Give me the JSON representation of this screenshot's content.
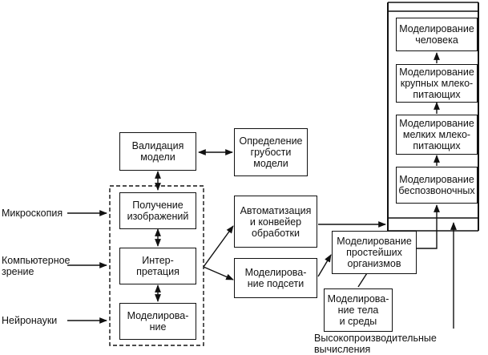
{
  "nodes": {
    "validation": "Валидация\nмодели",
    "roughness": "Определение\nгрубости\nмодели",
    "acquisition": "Получение\nизображений",
    "interpretation": "Интер-\nпретация",
    "modeling": "Моделирова-\nние",
    "automation": "Автоматизация\nи конвейер\nобработки",
    "subnet": "Моделирова-\nние подсети",
    "simplest": "Моделирование\nпростейших\nорганизмов",
    "body_env": "Моделирова-\nние тела\nи среды",
    "human": "Моделирование\nчеловека",
    "large_mammals": "Моделирование\nкрупных млеко-\nпитающих",
    "small_mammals": "Моделирование\nмелких млеко-\nпитающих",
    "invertebrates": "Моделирование\nбеспозвоночных"
  },
  "inputs": {
    "microscopy": "Микроскопия",
    "computer_vision": "Компьютерное\nзрение",
    "neuroscience": "Нейронауки"
  },
  "hpc_label": "Высокопроизводительные вычисления"
}
